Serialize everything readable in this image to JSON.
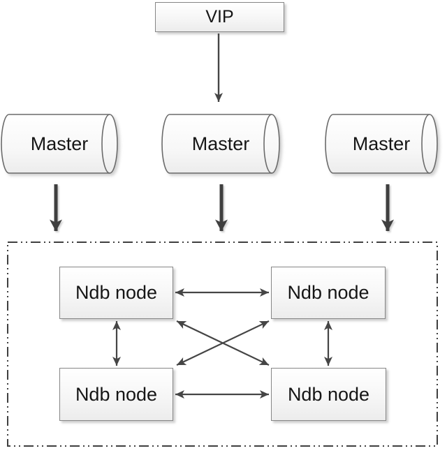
{
  "diagram": {
    "vip": {
      "id": "vip",
      "label": "VIP"
    },
    "masters": [
      {
        "id": "master-1",
        "label": "Master"
      },
      {
        "id": "master-2",
        "label": "Master"
      },
      {
        "id": "master-3",
        "label": "Master"
      }
    ],
    "cluster": {
      "id": "ndb-cluster",
      "nodes": [
        {
          "id": "ndb-1",
          "label": "Ndb node"
        },
        {
          "id": "ndb-2",
          "label": "Ndb node"
        },
        {
          "id": "ndb-3",
          "label": "Ndb node"
        },
        {
          "id": "ndb-4",
          "label": "Ndb node"
        }
      ]
    },
    "edges": [
      {
        "from": "vip",
        "to": "master-2",
        "style": "single-arrow"
      },
      {
        "from": "master-1",
        "to": "ndb-cluster",
        "style": "thick-arrow"
      },
      {
        "from": "master-2",
        "to": "ndb-cluster",
        "style": "thick-arrow"
      },
      {
        "from": "master-3",
        "to": "ndb-cluster",
        "style": "thick-arrow"
      },
      {
        "from": "ndb-1",
        "to": "ndb-2",
        "style": "double-arrow"
      },
      {
        "from": "ndb-1",
        "to": "ndb-3",
        "style": "double-arrow"
      },
      {
        "from": "ndb-1",
        "to": "ndb-4",
        "style": "double-arrow"
      },
      {
        "from": "ndb-2",
        "to": "ndb-3",
        "style": "double-arrow"
      },
      {
        "from": "ndb-2",
        "to": "ndb-4",
        "style": "double-arrow"
      },
      {
        "from": "ndb-3",
        "to": "ndb-4",
        "style": "double-arrow"
      }
    ],
    "colors": {
      "background": "#ffffff",
      "node_border": "#868686",
      "node_fill_top": "#ffffff",
      "node_fill_bottom": "#ececec",
      "cylinder_border": "#6b6b6b",
      "arrow": "#454545",
      "thick_arrow": "#3f3f3f",
      "cluster_border": "#3f3f3f",
      "text": "#161616"
    }
  }
}
